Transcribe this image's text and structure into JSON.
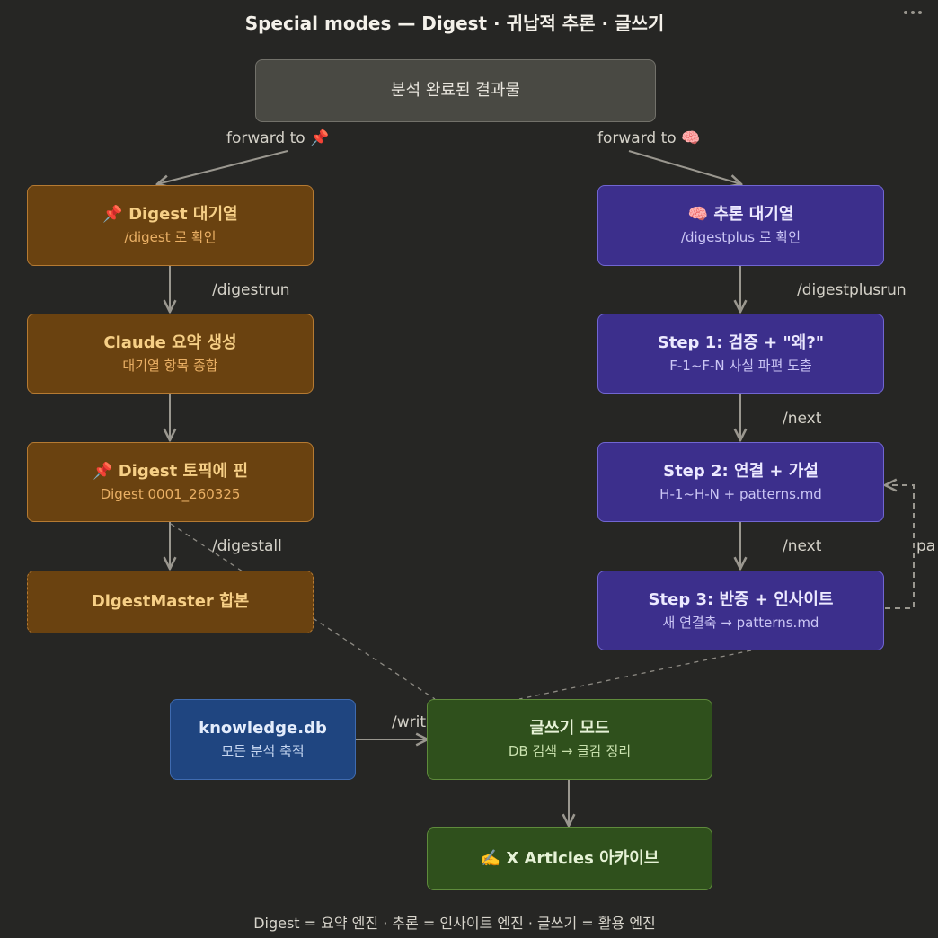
{
  "title": "Special modes — Digest · 귀납적 추론 · 글쓰기",
  "icons": {
    "pin": "📌",
    "brain": "🧠",
    "writing_hand": "✍️"
  },
  "nodes": {
    "root": {
      "title": "분석 완료된 결과물"
    },
    "digest_queue": {
      "title": "Digest 대기열",
      "subtitle": "/digest 로 확인"
    },
    "claude_summary": {
      "title": "Claude 요약 생성",
      "subtitle": "대기열 항목 종합"
    },
    "digest_pin": {
      "title": "Digest 토픽에 핀",
      "subtitle": "Digest 0001_260325"
    },
    "digest_master": {
      "title": "DigestMaster 합본"
    },
    "reasoning_queue": {
      "title": "추론 대기열",
      "subtitle": "/digestplus 로 확인"
    },
    "step1": {
      "title": "Step 1: 검증 + \"왜?\"",
      "subtitle": "F-1~F-N 사실 파편 도출"
    },
    "step2": {
      "title": "Step 2: 연결 + 가설",
      "subtitle": "H-1~H-N + patterns.md"
    },
    "step3": {
      "title": "Step 3: 반증 + 인사이트",
      "subtitle": "새 연결축 → patterns.md"
    },
    "knowledge_db": {
      "title": "knowledge.db",
      "subtitle": "모든 분석 축적"
    },
    "writing_mode": {
      "title": "글쓰기 모드",
      "subtitle": "DB 검색 → 글감 정리"
    },
    "x_articles": {
      "title": "X Articles 아카이브"
    }
  },
  "edge_labels": {
    "forward_digest": "forward to",
    "forward_reason": "forward to",
    "digestrun": "/digestrun",
    "digestall": "/digestall",
    "digestplusrun": "/digestplusrun",
    "next1": "/next",
    "next2": "/next",
    "pa": "pa",
    "write": "/writ"
  },
  "footer": "Digest = 요약 엔진 · 추론 = 인사이트 엔진 · 글쓰기 = 활용 엔진",
  "colors": {
    "background": "#262624",
    "orange_fill": "#6a4210",
    "purple_fill": "#3c2f8c",
    "blue_fill": "#1f4580",
    "green_fill": "#2f501c",
    "edge": "#9a978f"
  }
}
